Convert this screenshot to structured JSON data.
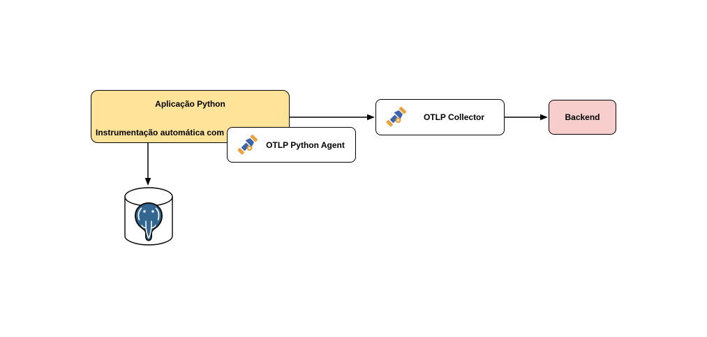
{
  "diagram": {
    "nodes": {
      "app": {
        "title": "Aplicação Python",
        "subtitle": "Instrumentação automática com",
        "fill": "#FFE399",
        "border": "#000000"
      },
      "agent": {
        "label": "OTLP Python Agent",
        "fill": "#FFFFFF",
        "icon": "opentelemetry-telescope"
      },
      "collector": {
        "label": "OTLP Collector",
        "fill": "#FFFFFF",
        "icon": "opentelemetry-telescope"
      },
      "backend": {
        "label": "Backend",
        "fill": "#F8CECC"
      },
      "database": {
        "shape": "cylinder",
        "icon": "postgresql-elephant",
        "fill": "#FFFFFF"
      }
    },
    "connectors": [
      {
        "from": "app",
        "to": "collector",
        "style": "solid-arrow"
      },
      {
        "from": "collector",
        "to": "backend",
        "style": "solid-arrow"
      },
      {
        "from": "app",
        "to": "database",
        "style": "solid-arrow"
      }
    ],
    "colors": {
      "telescope_orange": "#E8A33D",
      "telescope_blue": "#3F62AD",
      "postgres_blue": "#336791",
      "line": "#000000",
      "background": "#FFFFFF"
    }
  }
}
